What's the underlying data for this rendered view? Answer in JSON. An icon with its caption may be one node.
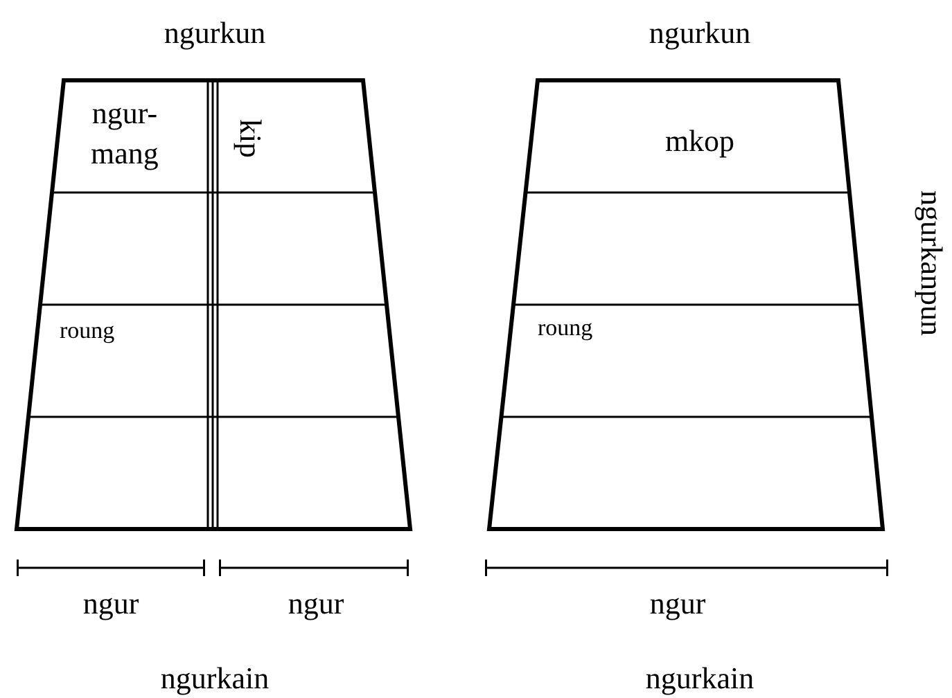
{
  "diagram": {
    "nodes": [
      {
        "text": [
          "ngur-mang",
          "kip",
          "roung"
        ]
      },
      {
        "text": [
          "mkop",
          "roung"
        ]
      }
    ],
    "labels": [
      "ngurkun",
      "ngurkun",
      "ngurkanpun",
      "ngur",
      "ngur",
      "ngur",
      "ngurkain",
      "ngurkain"
    ]
  }
}
